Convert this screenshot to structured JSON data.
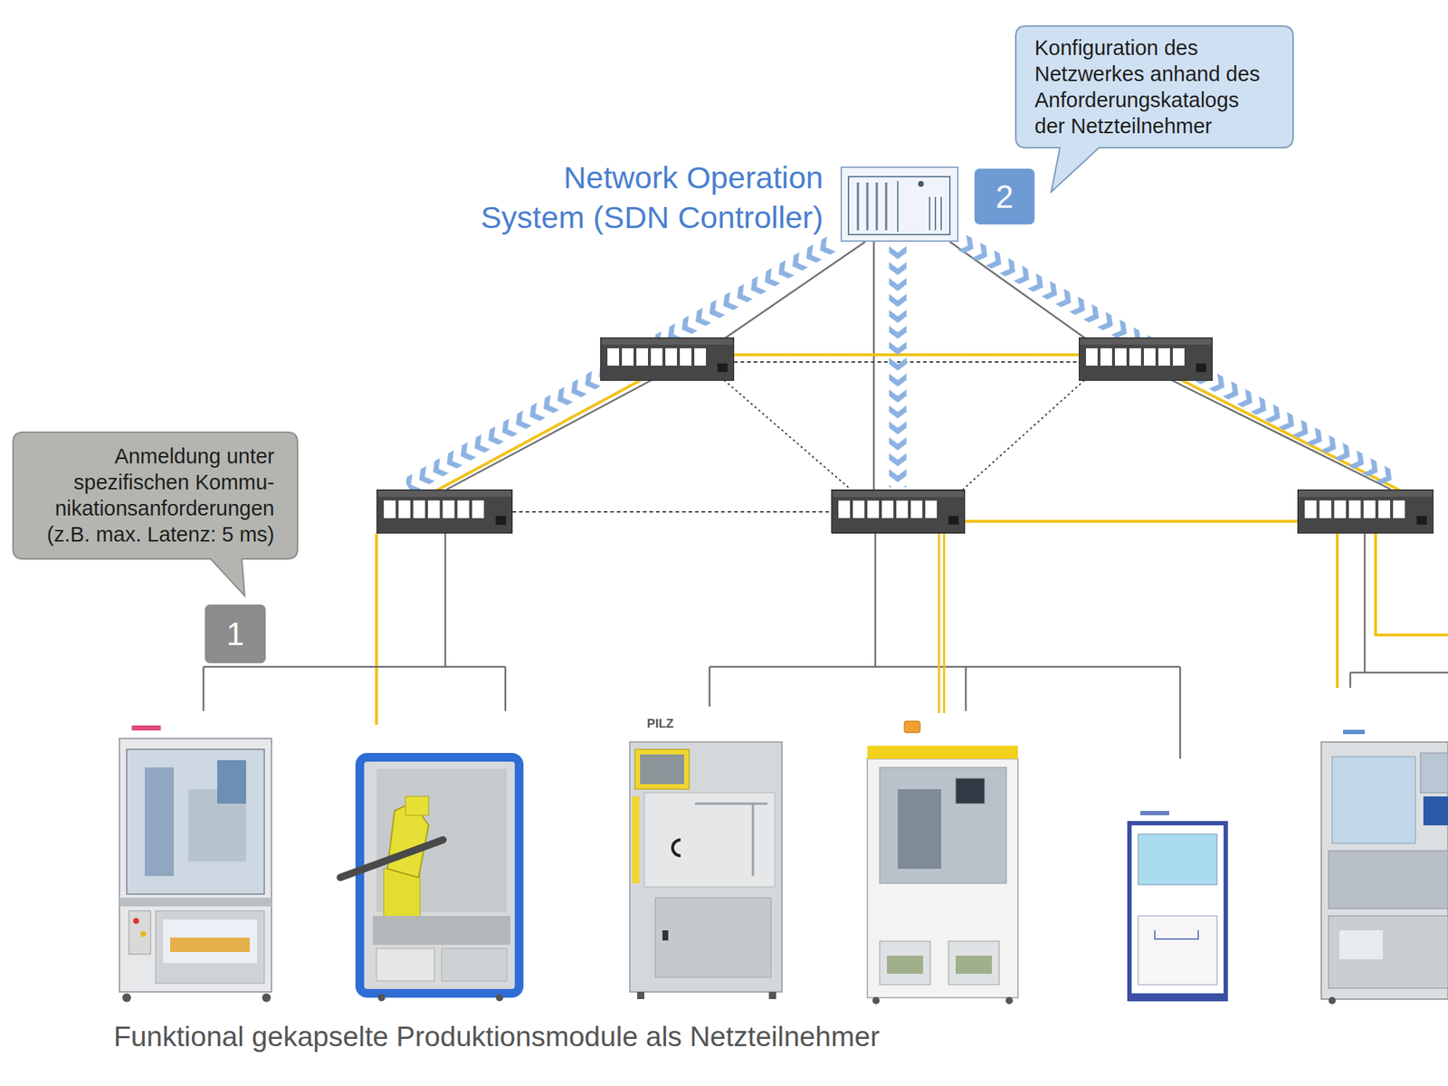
{
  "diagram": {
    "caption": "Funktional gekapselte Produktionsmodule als Netzteilnehmer",
    "nodes": [
      {
        "text": [
          "Konfiguration des Netzwerkes anhand des Anforderungskatalogs der Netzteilnehmer"
        ]
      },
      {
        "text": [
          "Network Operation System (SDN Controller)"
        ]
      },
      {
        "text": [
          "Anmeldung unter spezifischen Kommu- nikationsanforderungen (z.B. max. Latenz: 5 ms)"
        ]
      }
    ],
    "labels": [
      "2",
      "1",
      "PILZ"
    ]
  }
}
